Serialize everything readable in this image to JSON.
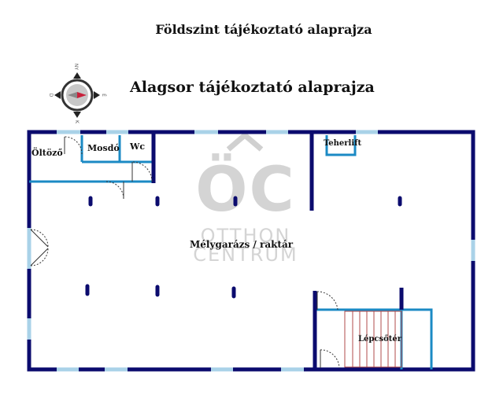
{
  "titles": {
    "top": "Földszint tájékoztató alaprajza",
    "main": "Alagsor tájékoztató alaprajza"
  },
  "compass": {
    "icon": "compass-icon",
    "north": "NY",
    "east": "É",
    "south": "K",
    "west": "D"
  },
  "rooms": {
    "changing": "Öltöző",
    "washroom": "Mosdó",
    "wc": "Wc",
    "freight_lift": "Teherlift",
    "garage": "Mélygarázs / raktár",
    "stairwell": "Lépcsőtér"
  },
  "watermark": {
    "line1": "OTTHON",
    "line2": "CENTRUM",
    "logo": "ÖC"
  },
  "colors": {
    "outer_wall": "#0b0b6e",
    "inner_wall": "#1b8ac4",
    "window": "#a9d2e8",
    "stairs": "#b24b4b"
  }
}
